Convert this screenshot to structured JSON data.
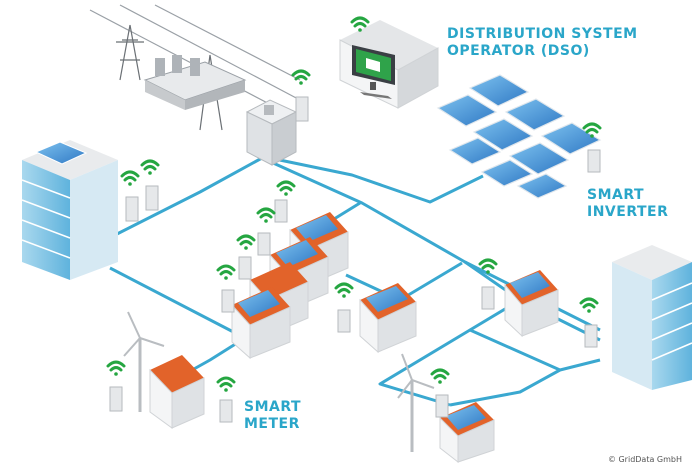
{
  "labels": {
    "dso_line1": "DISTRIBUTION SYSTEM",
    "dso_line2": "OPERATOR (DSO)",
    "inverter_line1": "SMART",
    "inverter_line2": "INVERTER",
    "meter_line1": "SMART",
    "meter_line2": "METER"
  },
  "copyright": "© GridData GmbH",
  "colors": {
    "accent": "#2aa6c9",
    "grid_line": "#3aa8d0",
    "wifi": "#25a641",
    "roof": "#e2632a",
    "solar": "#5aa0d6"
  },
  "icons": [
    "wifi-icon",
    "smart-meter-icon",
    "solar-panel-icon",
    "wind-turbine-icon",
    "house-icon",
    "office-building-icon",
    "transformer-icon",
    "monitor-icon"
  ]
}
